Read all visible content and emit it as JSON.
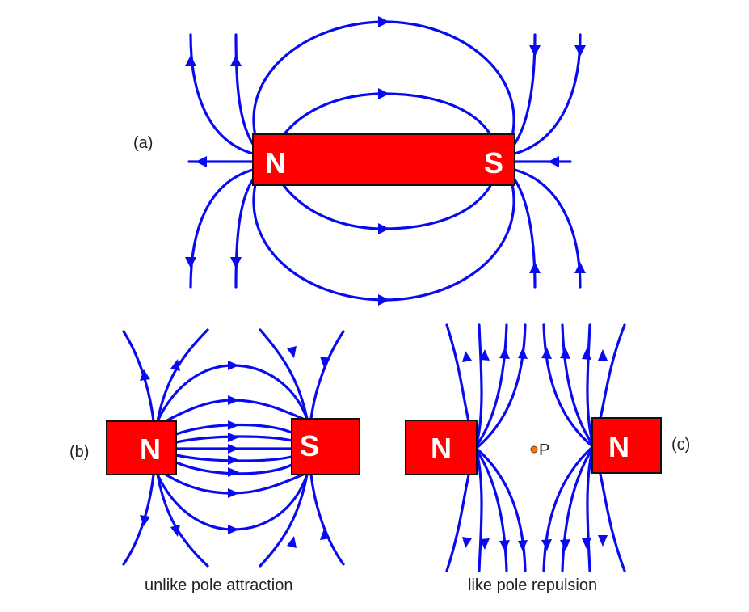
{
  "colors": {
    "field_line": "#0a0af0",
    "magnet_fill": "#ff0000",
    "pole_text": "#ffffff",
    "point_fill": "#e87a1a"
  },
  "panel_a": {
    "label": "(a)",
    "magnet": {
      "left_pole": "N",
      "right_pole": "S"
    }
  },
  "panel_b": {
    "label": "(b)",
    "left_magnet_pole": "N",
    "right_magnet_pole": "S",
    "caption": "unlike pole attraction"
  },
  "panel_c": {
    "label": "(c)",
    "left_magnet_pole": "N",
    "right_magnet_pole": "N",
    "point_label": "P",
    "caption": "like pole repulsion"
  }
}
